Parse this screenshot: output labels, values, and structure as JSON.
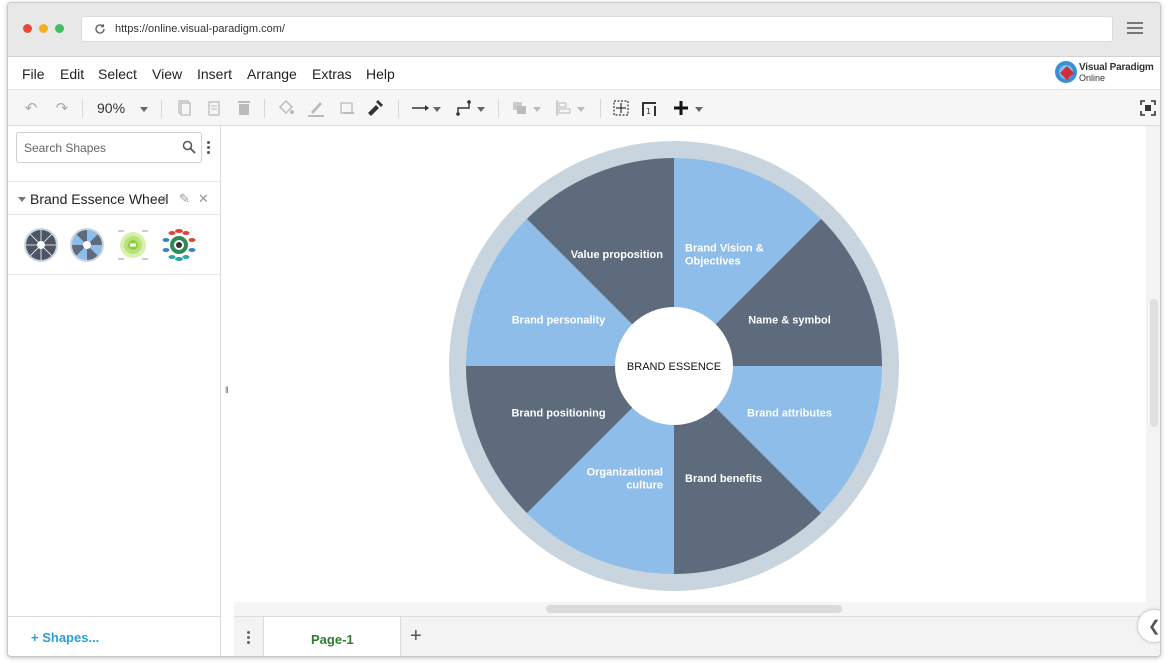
{
  "browser": {
    "url": "https://online.visual-paradigm.com/"
  },
  "menu": {
    "items": [
      "File",
      "Edit",
      "Select",
      "View",
      "Insert",
      "Arrange",
      "Extras",
      "Help"
    ]
  },
  "logo": {
    "line1": "Visual Paradigm",
    "line2": "Online"
  },
  "toolbar": {
    "zoom": "90%",
    "icons": [
      "undo-icon",
      "redo-icon",
      "copy-icon",
      "paste-icon",
      "delete-icon",
      "fill-color-icon",
      "line-color-icon",
      "shadow-icon",
      "format-painter-icon",
      "connector-arrow-icon",
      "waypoint-icon",
      "to-front-icon",
      "align-icon",
      "fit-page-icon",
      "fit-width-icon",
      "add-icon",
      "fullscreen-icon"
    ]
  },
  "sidebar": {
    "search_placeholder": "Search Shapes",
    "section_title": "Brand Essence Wheel",
    "more_shapes": "Shapes..."
  },
  "diagram": {
    "center_label": "BRAND ESSENCE",
    "colors": {
      "ring": "#c9d5de",
      "dark": "#5d6b7c",
      "light": "#8fbde9",
      "center": "#ffffff"
    },
    "segments": [
      {
        "line1": "Brand Vision &",
        "line2": "Objectives",
        "tone": "light"
      },
      {
        "line1": "Name & symbol",
        "line2": "",
        "tone": "dark"
      },
      {
        "line1": "Brand attributes",
        "line2": "",
        "tone": "light"
      },
      {
        "line1": "Brand benefits",
        "line2": "",
        "tone": "dark"
      },
      {
        "line1": "Organizational",
        "line2": "culture",
        "tone": "light"
      },
      {
        "line1": "Brand positioning",
        "line2": "",
        "tone": "dark"
      },
      {
        "line1": "Brand personality",
        "line2": "",
        "tone": "light"
      },
      {
        "line1": "Value proposition",
        "line2": "",
        "tone": "dark"
      }
    ]
  },
  "pages": {
    "current": "Page-1"
  }
}
